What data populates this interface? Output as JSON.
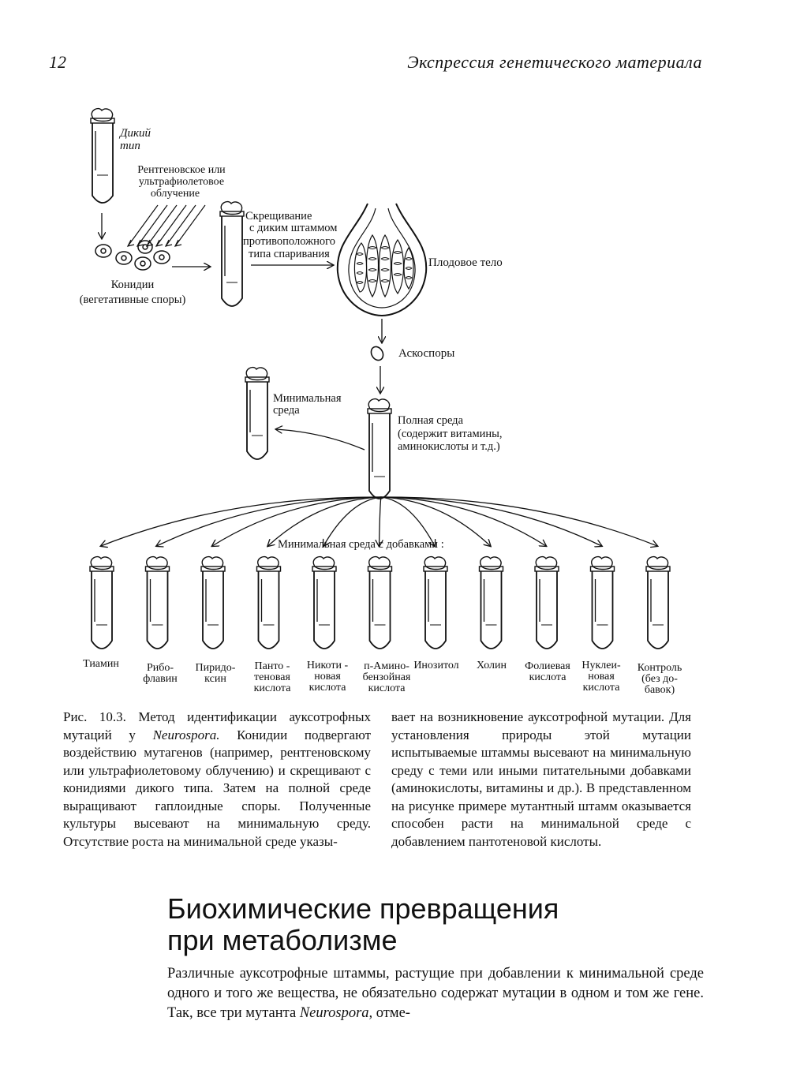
{
  "header": {
    "page_number": "12",
    "running_title": "Экспрессия генетического материала"
  },
  "figure": {
    "wild_type": [
      "Дикий",
      "тип"
    ],
    "irradiation": [
      "Рентгеновское или",
      "ультрафиолетовое",
      "облучение"
    ],
    "conidia": [
      "Конидии",
      "(вегетативные споры)"
    ],
    "crossing": [
      "Скрещивание",
      "с диким штаммом",
      "противоположного",
      "типа спаривания"
    ],
    "fruiting_body": "Плодовое тело",
    "ascospores": "Аскоспоры",
    "minimal_medium": [
      "Минимальная",
      "среда"
    ],
    "complete_medium": [
      "Полная среда",
      "(содержит витамины,",
      "аминокислоты и т.д.)"
    ],
    "supplements_label": "Минимальная среда с добавками :",
    "tubes": [
      {
        "lines": [
          "Тиамин"
        ]
      },
      {
        "lines": [
          "Рибо-",
          "флавин"
        ]
      },
      {
        "lines": [
          "Пиридо-",
          "ксин"
        ]
      },
      {
        "lines": [
          "Панто -",
          "теновая",
          "кислота"
        ]
      },
      {
        "lines": [
          "Никоти -",
          "новая",
          "кислота"
        ]
      },
      {
        "lines": [
          "п-Амино-",
          "бензойная",
          "кислота"
        ]
      },
      {
        "lines": [
          "Инозитол"
        ]
      },
      {
        "lines": [
          "Холин"
        ]
      },
      {
        "lines": [
          "Фолиевая",
          "кислота"
        ]
      },
      {
        "lines": [
          "Нуклеи-",
          "новая",
          "кислота"
        ]
      },
      {
        "lines": [
          "Контроль",
          "(без до-",
          "бавок)"
        ]
      }
    ]
  },
  "caption": {
    "left_a": "Рис. 10.3. Метод идентификации ауксотрофных мутаций у ",
    "left_italic": "Neurospora.",
    "left_b": " Конидии подвергают воздействию мутагенов (например, рентгеновскому или ультрафиолетовому облучению) и скрещивают с конидиями дикого типа. Затем на полной среде выращивают гаплоидные споры. Полученные культуры высевают на минимальную среду. Отсутствие роста на минимальной среде указы-",
    "right": "вает на возникновение ауксотрофной мутации. Для установления природы этой мутации испытываемые штаммы высевают на минимальную среду с теми или иными питательными добавками (аминокислоты, витамины и др.). В представленном на рисунке примере мутантный штамм оказывается способен расти на минимальной среде с добавлением пантотеновой кислоты."
  },
  "section": {
    "heading_line1": "Биохимические превращения",
    "heading_line2": "при метаболизме",
    "body_a": "Различные ауксотрофные штаммы, растущие при добавлении к минимальной среде одного и того же вещества, не обязательно содержат мутации в одном и том же гене. Так, все три мутанта ",
    "body_italic": "Neurospora,",
    "body_b": " отме-"
  }
}
